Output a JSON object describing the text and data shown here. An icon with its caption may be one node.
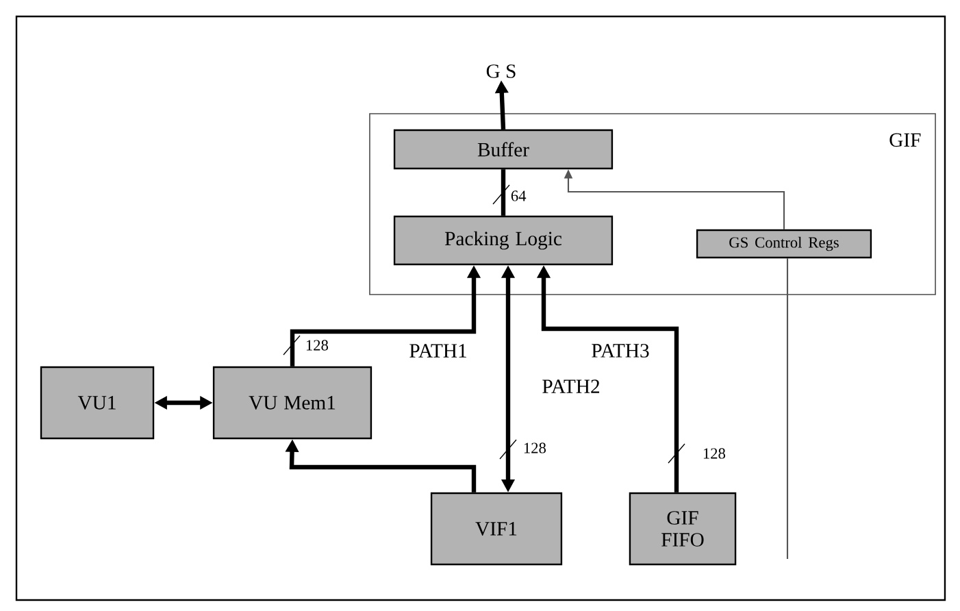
{
  "diagram": {
    "nodes": [
      {
        "text": [
          "GIF"
        ]
      },
      {
        "text": [
          "Buffer"
        ],
        "in": 0
      },
      {
        "text": [
          "Packing Logic"
        ],
        "in": 0
      },
      {
        "text": [
          "GS Control Regs"
        ],
        "in": 0
      },
      {
        "text": [
          "G S"
        ]
      },
      {
        "text": [
          "VU1"
        ]
      },
      {
        "text": [
          "VU Mem1"
        ]
      },
      {
        "text": [
          "VIF1"
        ]
      },
      {
        "text": [
          "GIF FIFO"
        ]
      }
    ],
    "edges": [
      {
        "from": 1,
        "to": 4,
        "arrow": "to"
      },
      {
        "from": 2,
        "to": 1,
        "arrow": "none"
      },
      {
        "from": 3,
        "to": 1,
        "arrow": "to",
        "color": "#555555"
      },
      {
        "from": null,
        "to": 3,
        "arrow": "none",
        "color": "#555555"
      },
      {
        "from": 6,
        "to": 2,
        "arrow": "to",
        "label": "PATH1"
      },
      {
        "from": 7,
        "to": 2,
        "arrow": "both",
        "label": "PATH2"
      },
      {
        "from": 8,
        "to": 2,
        "arrow": "to",
        "label": "PATH3"
      },
      {
        "from": 5,
        "to": 6,
        "arrow": "both"
      },
      {
        "from": 7,
        "to": 6,
        "arrow": "to"
      }
    ],
    "labels": [
      "64",
      "128",
      "128",
      "128"
    ]
  }
}
